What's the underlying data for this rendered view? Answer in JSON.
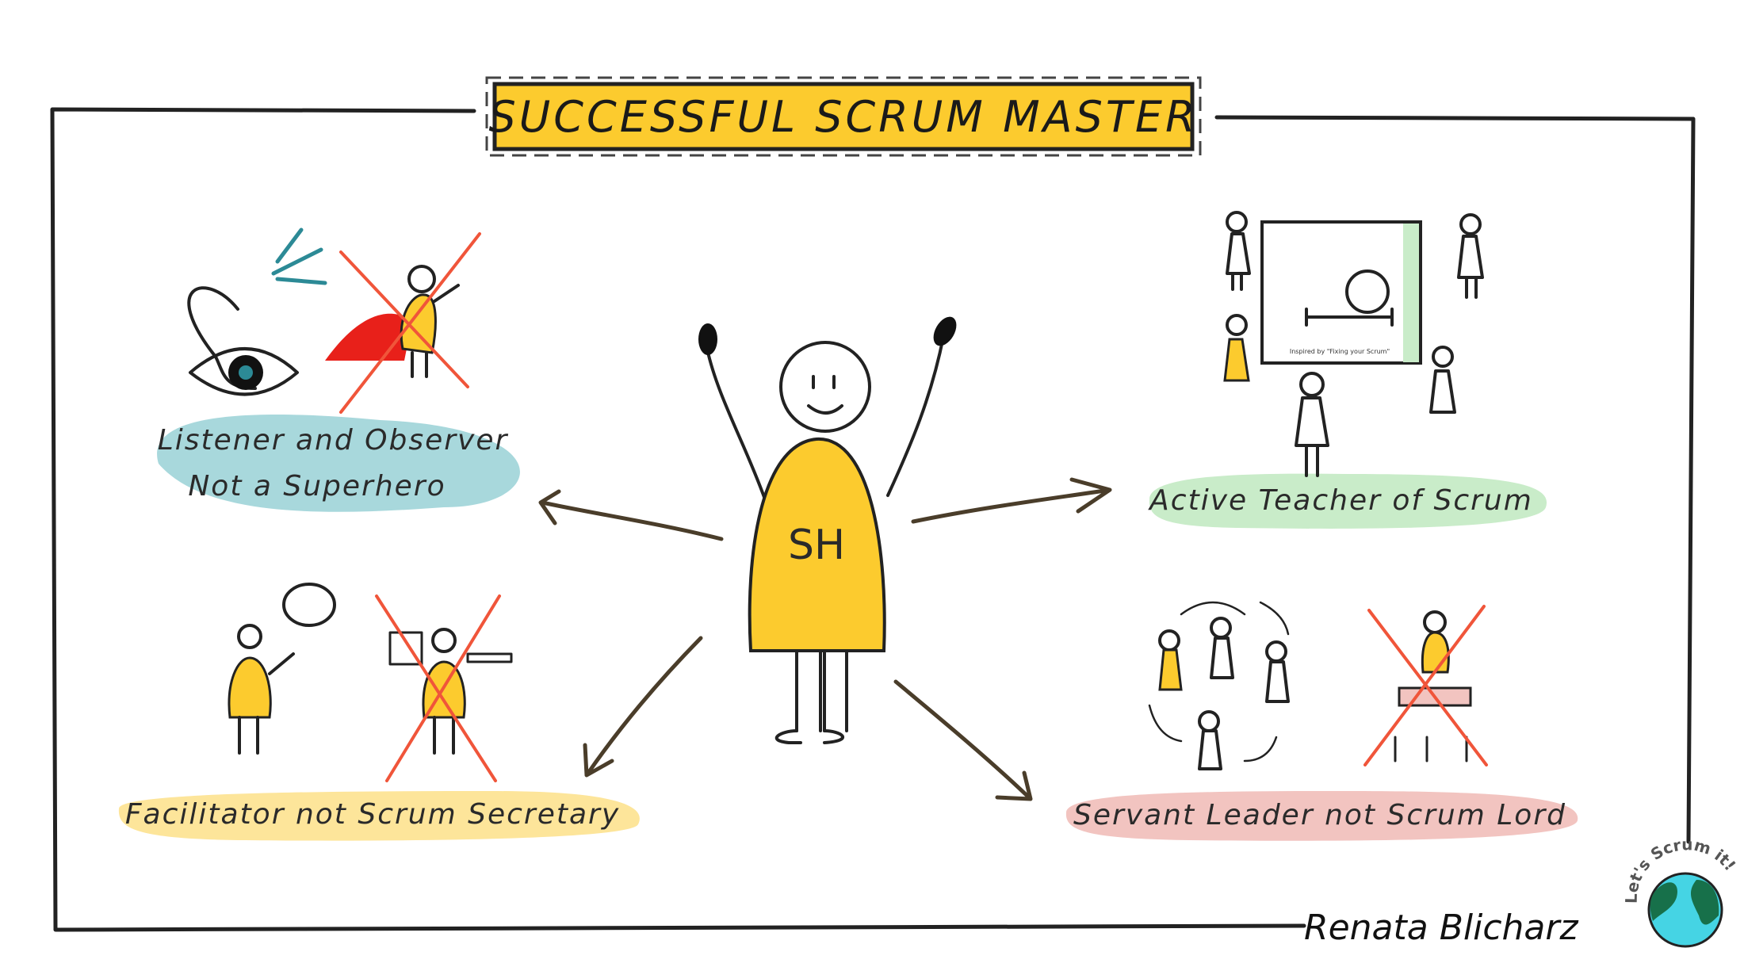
{
  "title": "SUCCESSFUL SCRUM MASTER",
  "center_figure": {
    "label": "SH"
  },
  "roles": [
    {
      "line1": "Listener and Observer",
      "line2": "Not a Superhero",
      "color": "#a8d8dc"
    },
    {
      "line1": "Active Teacher of Scrum",
      "color": "#c9ecc9"
    },
    {
      "line1": "Facilitator not Scrum Secretary",
      "color": "#fde59a"
    },
    {
      "line1": "Servant Leader not Scrum Lord",
      "color": "#f2c4c0"
    }
  ],
  "board_caption": "Inspired by \"Fixing your Scrum\"",
  "signature": "Renata Blicharz",
  "logo_text": "Let's Scrum it!",
  "colors": {
    "yellow": "#fccb2e",
    "red": "#e8201a",
    "globe_sea": "#45d4e4",
    "globe_land": "#17704a"
  }
}
